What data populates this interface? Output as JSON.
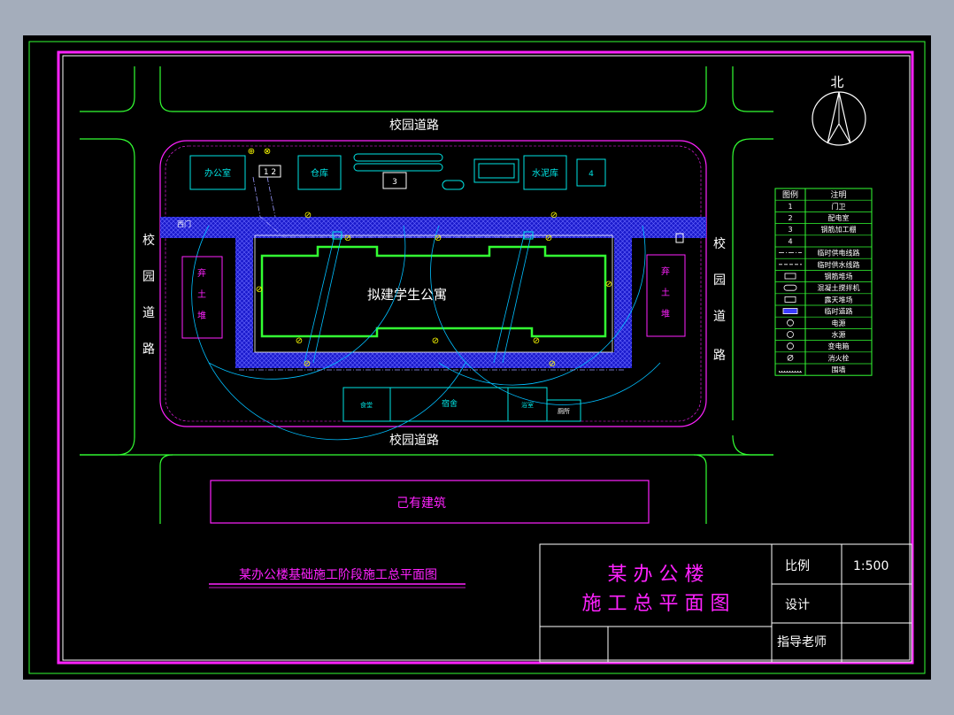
{
  "north_label": "北",
  "roads": {
    "top": "校园道路",
    "bottom": "校园道路",
    "left": [
      "校",
      "园",
      "道",
      "路"
    ],
    "right": [
      "校",
      "园",
      "道",
      "路"
    ]
  },
  "site": {
    "gate_label": "西门",
    "facilities": {
      "office": "办公室",
      "num_box_1": "1 2",
      "warehouse": "仓库",
      "num_box_3": "3",
      "cement": "水泥库",
      "num_box_4": "4"
    },
    "soil_left": [
      "弃",
      "土",
      "堆"
    ],
    "soil_right": [
      "弃",
      "土",
      "堆"
    ],
    "building_label": "拟建学生公寓",
    "bottom_row": [
      "食堂",
      "宿舍",
      "浴室",
      "厕所"
    ],
    "marker_symbols": {
      "power": "⊕",
      "water": "⊗",
      "hydrant": "⊘"
    }
  },
  "existing_building": "己有建筑",
  "legend": {
    "headers": [
      "图例",
      "注明"
    ],
    "rows": [
      {
        "symbol": "1",
        "label": "门卫"
      },
      {
        "symbol": "2",
        "label": "配电室"
      },
      {
        "symbol": "3",
        "label": "钢筋加工棚"
      },
      {
        "symbol": "4",
        "label": ""
      },
      {
        "symbol": "line-power",
        "label": "临时供电线路"
      },
      {
        "symbol": "line-water",
        "label": "临时供水线路"
      },
      {
        "symbol": "rebar-yard",
        "label": "钢筋堆场"
      },
      {
        "symbol": "mixer",
        "label": "混凝土搅拌机"
      },
      {
        "symbol": "open-yard",
        "label": "露天堆场"
      },
      {
        "symbol": "temp-road",
        "label": "临时道路"
      },
      {
        "symbol": "power-source",
        "label": "电源"
      },
      {
        "symbol": "water-source",
        "label": "水源"
      },
      {
        "symbol": "transformer",
        "label": "变电箱"
      },
      {
        "symbol": "hydrant",
        "label": "消火栓"
      },
      {
        "symbol": "fence",
        "label": "围墙"
      }
    ]
  },
  "drawing_subtitle": "某办公楼基础施工阶段施工总平面图",
  "title_block": {
    "title_line1": "某 办 公 楼",
    "title_line2": "施 工 总 平 面 图",
    "scale_label": "比例",
    "scale_value": "1:500",
    "design_label": "设计",
    "advisor_label": "指导老师"
  },
  "colors": {
    "background": "#000000",
    "frame_magenta": "#ff22ff",
    "road_green": "#33ff33",
    "site_blue": "#3a3aff",
    "facility_cyan": "#00e5e5",
    "marker_yellow": "#ffff00"
  }
}
